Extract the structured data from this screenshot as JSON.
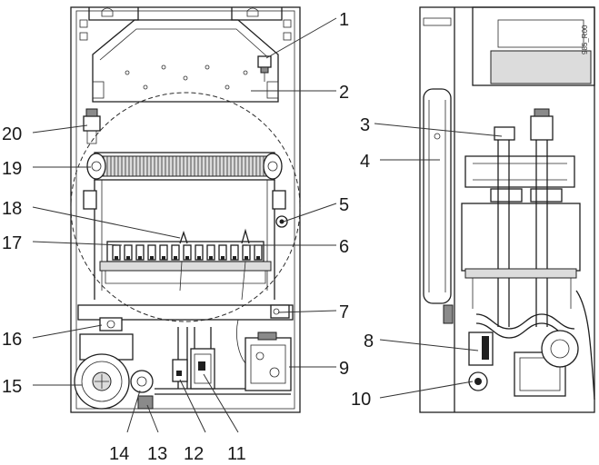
{
  "drawing_code": "985_R00",
  "callouts": [
    {
      "number": "1"
    },
    {
      "number": "2"
    },
    {
      "number": "3"
    },
    {
      "number": "4"
    },
    {
      "number": "5"
    },
    {
      "number": "6"
    },
    {
      "number": "7"
    },
    {
      "number": "8"
    },
    {
      "number": "9"
    },
    {
      "number": "10"
    },
    {
      "number": "11"
    },
    {
      "number": "12"
    },
    {
      "number": "13"
    },
    {
      "number": "14"
    },
    {
      "number": "15"
    },
    {
      "number": "16"
    },
    {
      "number": "17"
    },
    {
      "number": "18"
    },
    {
      "number": "19"
    },
    {
      "number": "20"
    }
  ]
}
